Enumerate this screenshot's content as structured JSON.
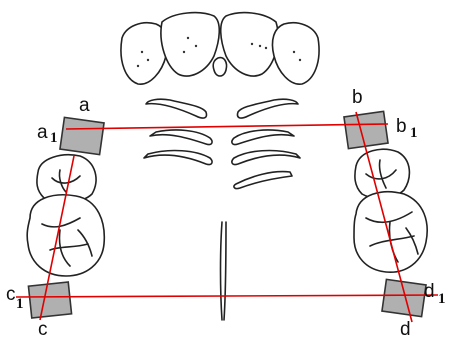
{
  "colors": {
    "line": "#e00000",
    "marker": "#b0b0b0",
    "ink": "#222222"
  },
  "points": [
    {
      "key": "a",
      "label": "a",
      "sub_label_base": "a",
      "sub_label_index": "1"
    },
    {
      "key": "b",
      "label": "b",
      "sub_label_base": "b",
      "sub_label_index": "1"
    },
    {
      "key": "c",
      "label": "c",
      "sub_label_base": "c",
      "sub_label_index": "1"
    },
    {
      "key": "d",
      "label": "d",
      "sub_label_base": "d",
      "sub_label_index": "1"
    }
  ],
  "connections": [
    {
      "from": "a",
      "to": "b"
    },
    {
      "from": "c",
      "to": "d"
    },
    {
      "from": "a",
      "to": "c"
    },
    {
      "from": "b",
      "to": "d"
    }
  ]
}
